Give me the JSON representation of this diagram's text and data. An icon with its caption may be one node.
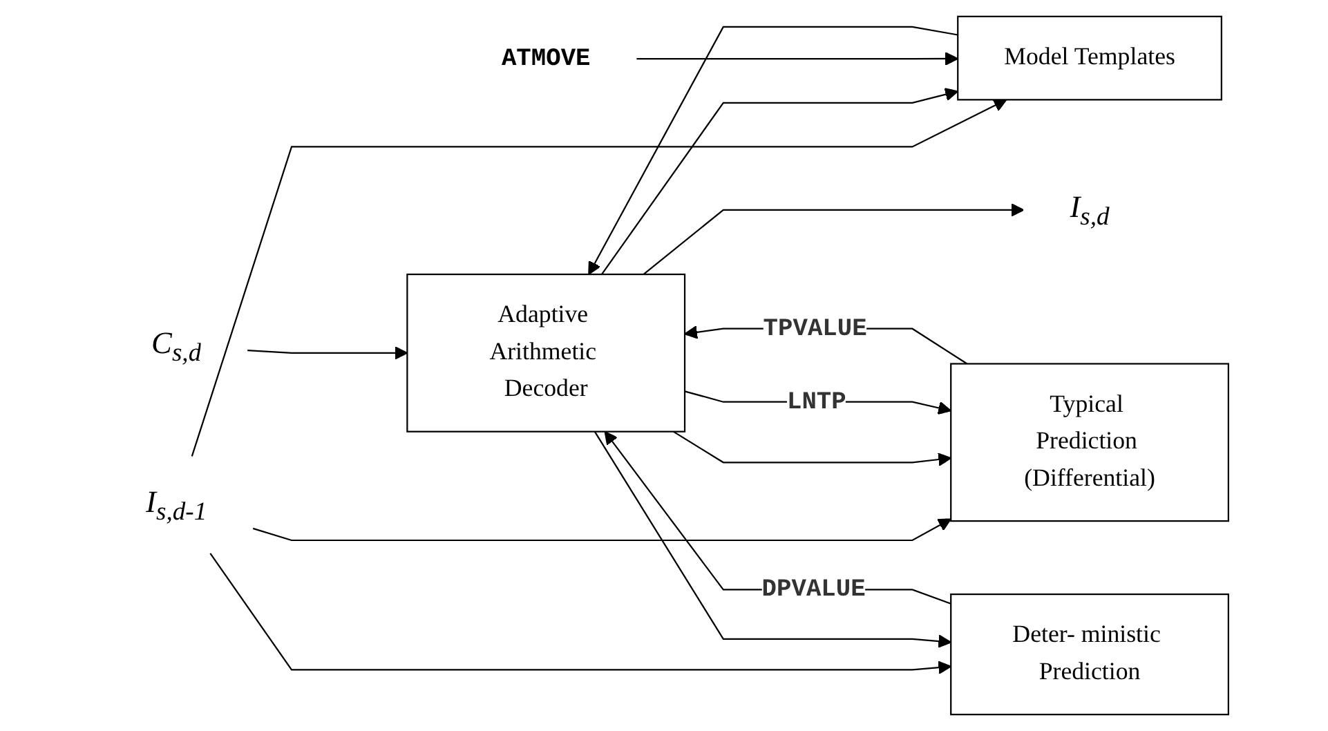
{
  "diagram": {
    "nodes": [
      {
        "text": [
          "Adaptive Arithmetic Decoder"
        ]
      },
      {
        "text": [
          "Model Templates"
        ]
      },
      {
        "text": [
          "Typical Prediction (Differential)"
        ]
      },
      {
        "text": [
          "Deter- ministic Prediction"
        ]
      },
      {
        "text": [
          "I$_{s,d-1}$"
        ]
      },
      {
        "text": [
          "C$_{s,d}$"
        ]
      },
      {
        "text": [
          "I$_{s,d}$"
        ]
      },
      {
        "text": [
          "ATMOVE"
        ]
      }
    ],
    "edges": [
      {
        "from": 4,
        "to": 1,
        "arrow": "to"
      },
      {
        "from": 4,
        "to": 2,
        "arrow": "to"
      },
      {
        "from": 4,
        "to": 3,
        "arrow": "to"
      },
      {
        "from": 5,
        "to": 0,
        "arrow": "to"
      },
      {
        "from": 0,
        "to": 6,
        "arrow": "to"
      },
      {
        "from": 0,
        "to": 1,
        "arrow": "to"
      },
      {
        "from": 0,
        "to": 2,
        "arrow": "to"
      },
      {
        "from": 0,
        "to": 3,
        "arrow": "to"
      },
      {
        "from": 0,
        "to": 2,
        "arrow": "to",
        "label": "LNTP"
      },
      {
        "from": 1,
        "to": 0,
        "arrow": "to"
      },
      {
        "from": 7,
        "to": 1,
        "arrow": "to"
      },
      {
        "from": 2,
        "to": 0,
        "arrow": "to",
        "label": "TPVALUE"
      },
      {
        "from": 3,
        "to": 0,
        "arrow": "to",
        "label": "DPVALUE"
      }
    ]
  }
}
